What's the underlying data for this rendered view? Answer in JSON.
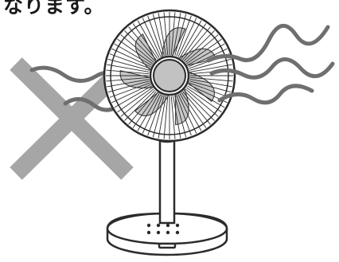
{
  "caption": {
    "text": "なります。"
  },
  "illustration": {
    "subject": "electric-fan",
    "overlay_mark": "cross",
    "colors": {
      "outline": "#2b2b2b",
      "cross": "#a6a6a6",
      "blade_fill": "#9a9a9a",
      "hub_fill": "#c2c2c2",
      "wind_lines": "#6f6f6f"
    }
  }
}
